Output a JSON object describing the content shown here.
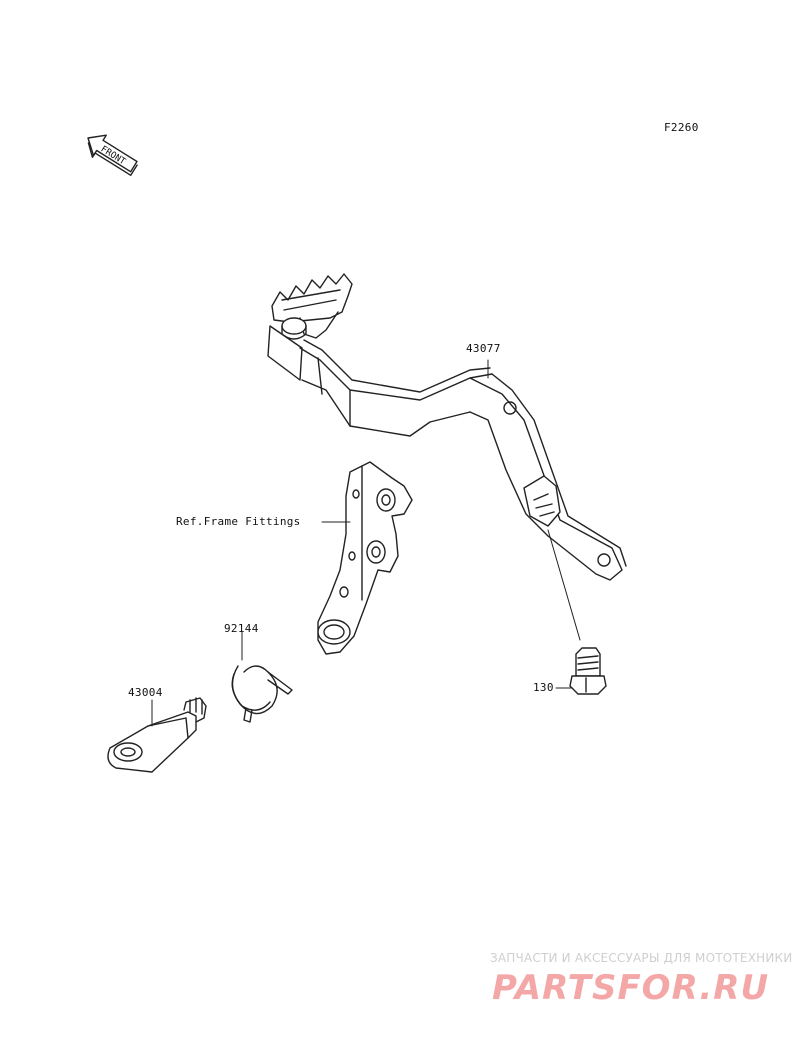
{
  "diagram_code": "F2260",
  "front_indicator": "FRONT",
  "parts": {
    "pedal": "43077",
    "frame_ref": "Ref.Frame Fittings",
    "spring": "92144",
    "shaft": "43004",
    "bolt": "130"
  },
  "watermark": {
    "tagline": "ЗАПЧАСТИ И АКСЕССУАРЫ ДЛЯ МОТОТЕХНИКИ",
    "logo_text": "PARTSFOR.RU"
  }
}
